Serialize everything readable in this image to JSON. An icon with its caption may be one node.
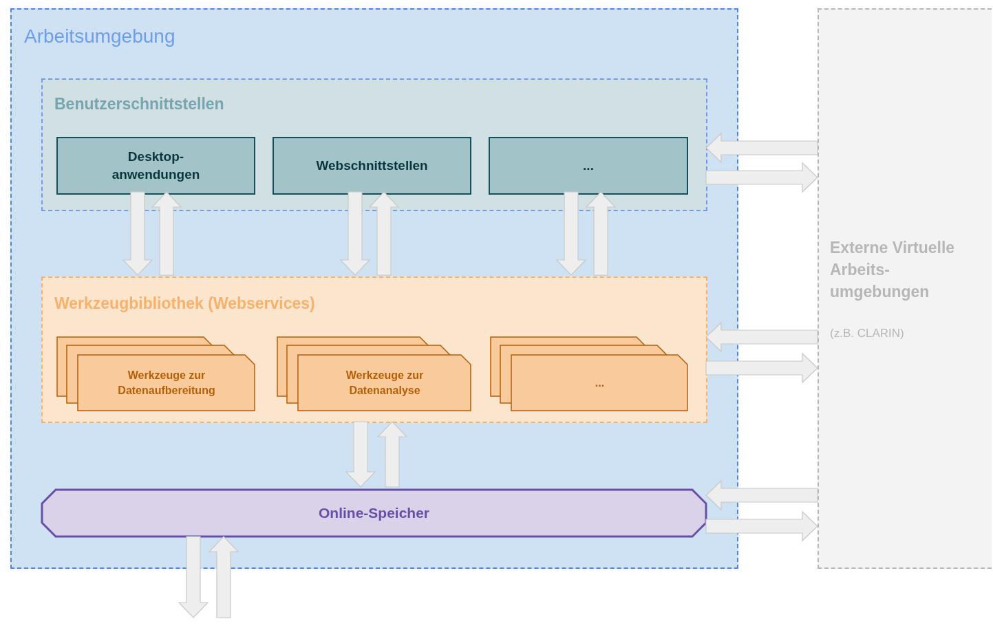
{
  "diagram": {
    "nodes": [
      {
        "text": [
          "Arbeitsumgebung"
        ]
      },
      {
        "text": [
          "Benutzerschnittstellen"
        ],
        "in": 0
      },
      {
        "text": [
          "Desktop- anwendungen"
        ],
        "in": 1
      },
      {
        "text": [
          "Webschnittstellen"
        ],
        "in": 1
      },
      {
        "text": [
          "..."
        ],
        "in": 1
      },
      {
        "text": [
          "Werkzeugbibliothek (Webservices)"
        ],
        "in": 0
      },
      {
        "text": [
          "Werkzeuge zur Datenaufbereitung"
        ],
        "in": 5
      },
      {
        "text": [
          "Werkzeuge zur Datenanalyse"
        ],
        "in": 5
      },
      {
        "text": [
          "..."
        ],
        "in": 5
      },
      {
        "text": [
          "Online-Speicher"
        ],
        "in": 0
      },
      {
        "text": [
          "Externe Virtuelle Arbeits- umgebungen",
          "(z.B. CLARIN)"
        ]
      }
    ],
    "edges": [
      {
        "from": 2,
        "to": 5,
        "arrow": "to"
      },
      {
        "from": 5,
        "to": 2,
        "arrow": "to"
      },
      {
        "from": 3,
        "to": 5,
        "arrow": "to"
      },
      {
        "from": 5,
        "to": 3,
        "arrow": "to"
      },
      {
        "from": 4,
        "to": 5,
        "arrow": "to"
      },
      {
        "from": 5,
        "to": 4,
        "arrow": "to"
      },
      {
        "from": 5,
        "to": 9,
        "arrow": "to"
      },
      {
        "from": 9,
        "to": 5,
        "arrow": "to"
      },
      {
        "from": 9,
        "to": null,
        "arrow": "to"
      },
      {
        "from": null,
        "to": 9,
        "arrow": "to"
      },
      {
        "from": 10,
        "to": 1,
        "arrow": "to"
      },
      {
        "from": 1,
        "to": 10,
        "arrow": "to"
      },
      {
        "from": 10,
        "to": 5,
        "arrow": "to"
      },
      {
        "from": 5,
        "to": 10,
        "arrow": "to"
      },
      {
        "from": 10,
        "to": 9,
        "arrow": "to"
      },
      {
        "from": 9,
        "to": 10,
        "arrow": "to"
      }
    ]
  }
}
